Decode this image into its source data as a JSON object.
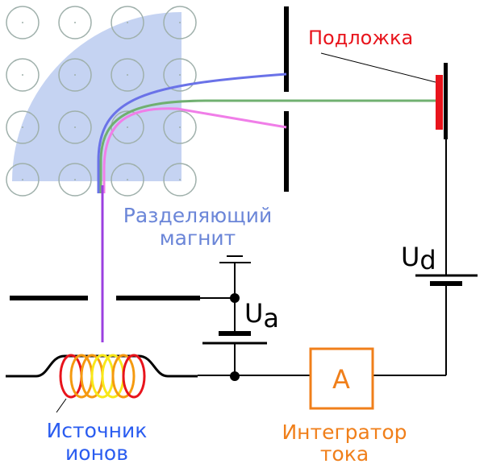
{
  "labels": {
    "substrate": "Подложка",
    "magnet_line1": "Разделяющий",
    "magnet_line2": "магнит",
    "ud_main": "U",
    "ud_sub": "d",
    "ua_main": "U",
    "ua_sub": "a",
    "ammeter": "A",
    "source_line1": "Источник",
    "source_line2": "ионов",
    "integrator_line1": "Интегратор",
    "integrator_line2": "тока"
  },
  "colors": {
    "substrate": "#e8141c",
    "magnet_field": "#c5d3f2",
    "magnet_text": "#6b86d8",
    "beam_blue": "#6a72e8",
    "beam_green": "#70b070",
    "beam_pink": "#f07ee8",
    "beam_purple": "#9b40e0",
    "source_text": "#2a5cf0",
    "integrator": "#f07f1a"
  }
}
